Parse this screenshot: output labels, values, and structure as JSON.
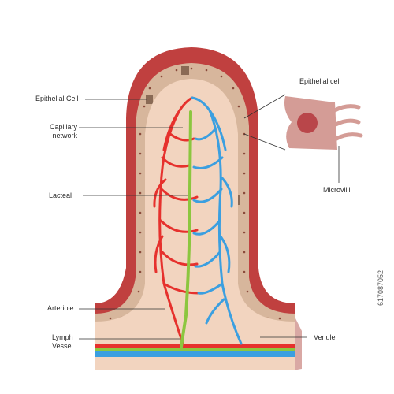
{
  "labels": {
    "epithelial_cell": "Epithelial Cell",
    "capillary_network_1": "Capillary",
    "capillary_network_2": "network",
    "lacteal": "Lacteal",
    "arteriole": "Arteriole",
    "lymph_vessel_1": "Lymph",
    "lymph_vessel_2": "Vessel",
    "epithelial_cell_detail": "Epithelial cell",
    "microvilli": "Microvilli",
    "venule": "Venule"
  },
  "watermark": {
    "stock_id": "617087052"
  },
  "colors": {
    "outer_wall": "#c0403f",
    "dotted_layer": "#d7b69c",
    "inner_core": "#f2d4bf",
    "artery": "#e6312d",
    "vein": "#3b9fe0",
    "lacteal": "#8cc63f",
    "cell_body": "#d49c96",
    "nucleus": "#b9464a"
  }
}
